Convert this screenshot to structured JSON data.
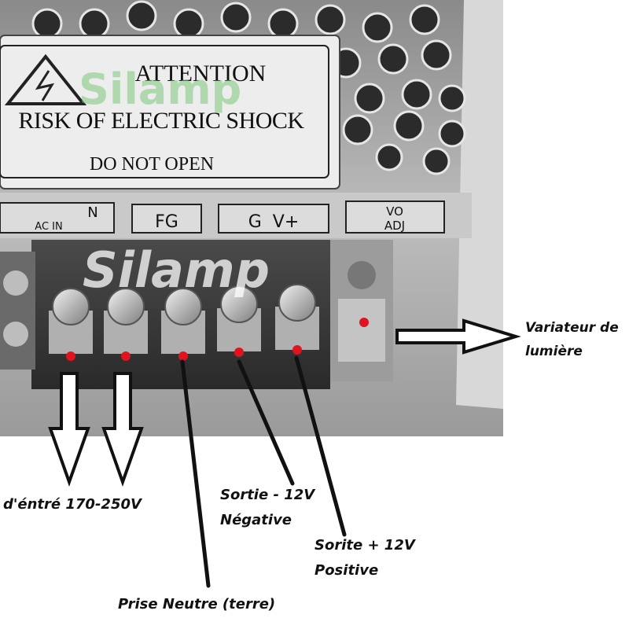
{
  "photo": {
    "warning_label": {
      "title": "ATTENTION",
      "line2": "RISK OF ELECTRIC SHOCK",
      "line3": "DO NOT OPEN"
    },
    "terminal_labels": {
      "n_label": "N",
      "ac_in": "AC IN",
      "fg": "FG",
      "g_vplus": "G  V+",
      "vo": "VO",
      "adj": "ADJ"
    },
    "watermark": "Silamp",
    "colors": {
      "chassis": "#b9b9b9",
      "label_bg": "#eeeeee",
      "dot": "#e0141e"
    }
  },
  "annotations": {
    "input": "d'éntré 170-250V",
    "neutral": "Prise Neutre (terre)",
    "negative_line1": "Sortie - 12V",
    "negative_line2": "Négative",
    "positive_line1": "Sorite + 12V",
    "positive_line2": "Positive",
    "dimmer_line1": "Variateur de",
    "dimmer_line2": "lumière"
  }
}
